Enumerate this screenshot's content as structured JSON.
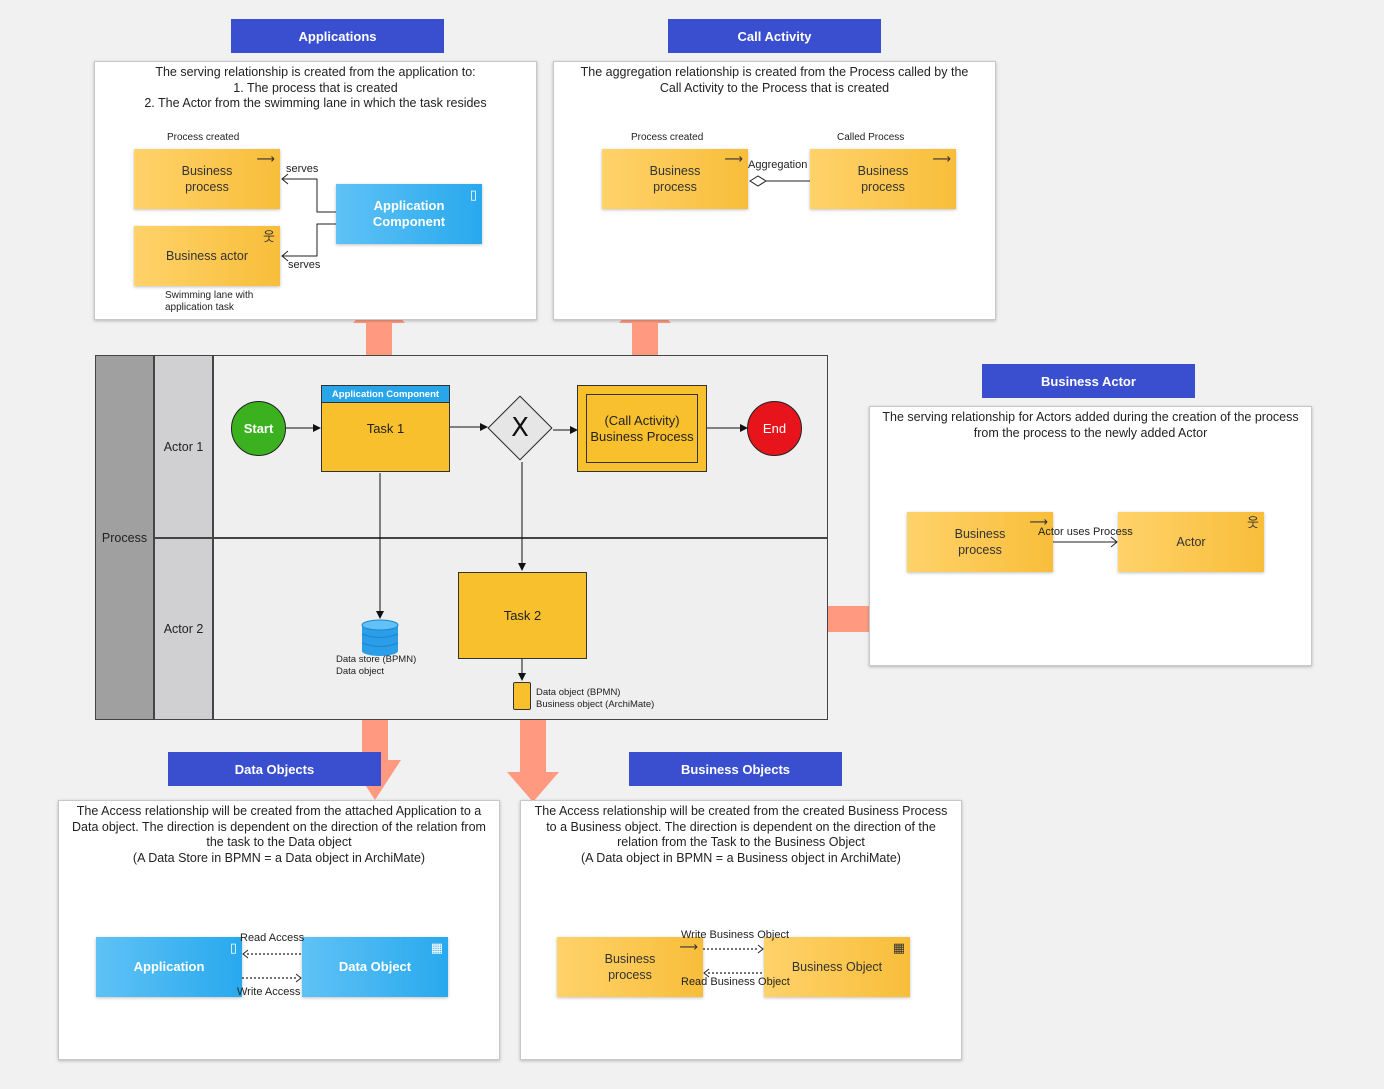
{
  "panels": {
    "applications": {
      "title": "Applications",
      "desc": [
        "The serving relationship is created from the application to:",
        "1. The process that is created",
        "2. The Actor from the swimming lane in which the task resides"
      ],
      "process_created": "Process created",
      "business_process": "Business process",
      "business_actor": "Business actor",
      "application_component": "Application Component",
      "serves_1": "serves",
      "serves_2": "serves",
      "swimlane_note": "Swimming lane with application task"
    },
    "call_activity": {
      "title": "Call Activity",
      "desc": [
        "The aggregation relationship is created from the Process called by the",
        "Call Activity to the Process that is created"
      ],
      "process_created": "Process created",
      "called_process": "Called Process",
      "business_process_1": "Business process",
      "business_process_2": "Business process",
      "aggregation": "Aggregation"
    },
    "business_actor": {
      "title": "Business Actor",
      "desc": [
        "The serving relationship for Actors added during the creation of the process",
        "from the process to the newly added Actor"
      ],
      "business_process": "Business process",
      "actor": "Actor",
      "relation": "Actor uses Process"
    },
    "data_objects": {
      "title": "Data Objects",
      "desc": [
        "The Access relationship will be created from the attached Application to a",
        "Data object. The direction is dependent on the direction of the relation from",
        "the task to the Data object",
        "(A Data Store in BPMN = a Data object in ArchiMate)"
      ],
      "application": "Application",
      "data_object": "Data Object",
      "read_access": "Read Access",
      "write_access": "Write Access"
    },
    "business_objects": {
      "title": "Business Objects",
      "desc": [
        "The Access relationship will be created from the created Business Process",
        "to a Business object. The direction is dependent on the direction of the",
        "relation from the Task to the Business Object",
        "(A Data object in BPMN = a Business object in ArchiMate)"
      ],
      "business_process": "Business process",
      "business_object": "Business Object",
      "write": "Write Business Object",
      "read": "Read Business Object"
    }
  },
  "bpmn": {
    "pool": "Process",
    "lane1": "Actor 1",
    "lane2": "Actor 2",
    "start": "Start",
    "end": "End",
    "task1_header": "Application Component",
    "task1": "Task 1",
    "gateway": "X",
    "call_activity": "(Call Activity) Business Process",
    "task2": "Task 2",
    "datastore_label": [
      "Data store (BPMN)",
      "Data object"
    ],
    "dataobject_label": [
      "Data object (BPMN)",
      "Business object (ArchiMate)"
    ]
  },
  "colors": {
    "title_bg": "#3a4fcf",
    "business": "#f8be3a",
    "application": "#28a9ee",
    "start": "#3cb11f",
    "end": "#e8141c",
    "arrow": "#ff9a80"
  }
}
